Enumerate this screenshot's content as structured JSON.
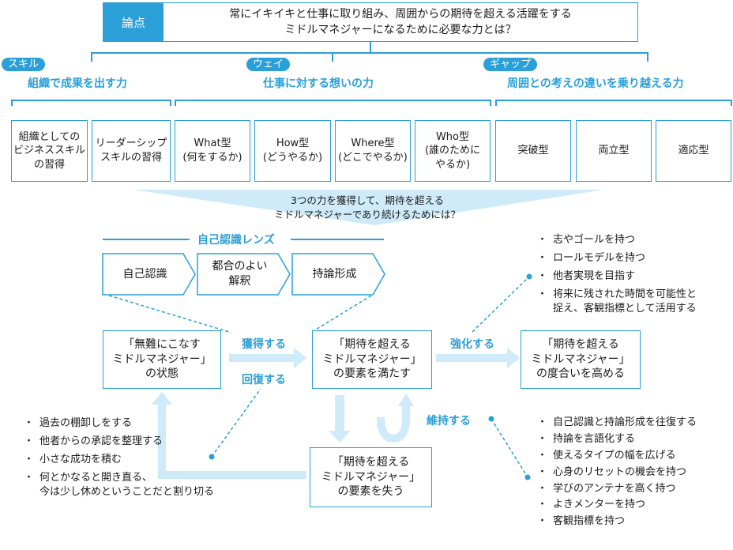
{
  "issue": {
    "badge": "論点",
    "text": "常にイキイキと仕事に取り組み、周囲からの期待を超える活躍をする\nミドルマネジャーになるために必要な力とは？"
  },
  "categories": [
    {
      "tag": "スキル",
      "title": "組織で成果を出す力",
      "items": [
        "組織としての\nビジネススキル\nの習得",
        "リーダーシップ\nスキルの習得"
      ]
    },
    {
      "tag": "ウェイ",
      "title": "仕事に対する想いの力",
      "items": [
        "What型\n(何をするか)",
        "How型\n(どうやるか)",
        "Where型\n(どこでやるか)",
        "Who型\n(誰のために\nやるか)"
      ]
    },
    {
      "tag": "ギャップ",
      "title": "周囲との考えの違いを乗り越える力",
      "items": [
        "突破型",
        "両立型",
        "適応型"
      ]
    }
  ],
  "funnel_text": "3つの力を獲得して、期待を超える\nミドルマネジャーであり続けるためには？",
  "lens": {
    "title": "自己認識レンズ",
    "steps": [
      "自己認識",
      "都合のよい\n解釈",
      "持論形成"
    ]
  },
  "states": {
    "avoid": "「無難にこなす\nミドルマネジャー」\nの状態",
    "meet": "「期待を超える\nミドルマネジャー」\nの要素を満たす",
    "raise": "「期待を超える\nミドルマネジャー」\nの度合いを高める",
    "lose": "「期待を超える\nミドルマネジャー」\nの要素を失う"
  },
  "actions": {
    "acquire": "獲得する",
    "recover": "回復する",
    "strengthen": "強化する",
    "maintain": "維持する"
  },
  "strengthen_list": [
    "志やゴールを持つ",
    "ロールモデルを持つ",
    "他者実現を目指す",
    "将来に残された時間を可能性と\n捉え、客観指標として活用する"
  ],
  "recover_list": [
    "過去の棚卸しをする",
    "他者からの承認を整理する",
    "小さな成功を積む",
    "何とかなると開き直る、\n今は少し休めということだと割り切る"
  ],
  "maintain_list": [
    "自己認識と持論形成を往復する",
    "持論を言語化する",
    "使えるタイプの幅を広げる",
    "心身のリセットの機会を持つ",
    "学びのアンテナを高く持つ",
    "よきメンターを持つ",
    "客観指標を持つ"
  ],
  "colors": {
    "accent": "#2a9fd8",
    "light": "#cfeaf8"
  }
}
